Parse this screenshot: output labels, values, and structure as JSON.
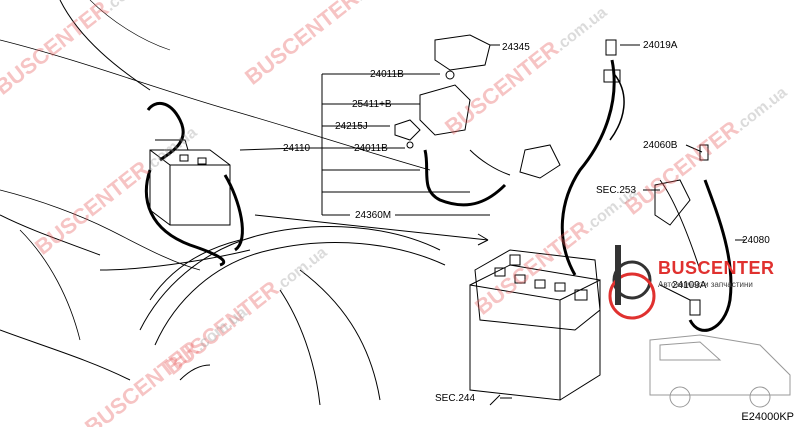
{
  "labels": {
    "p24345": "24345",
    "p24011B_a": "24011B",
    "p25411B": "25411+B",
    "p24215J": "24215J",
    "p24011B_b": "24011B",
    "p24110": "24110",
    "p24360M": "24360M",
    "p24019A": "24019A",
    "p24060B": "24060B",
    "sec253": "SEC.253",
    "p24080": "24080",
    "p24109A": "24109A",
    "sec244": "SEC.244"
  },
  "diagram_code": "E24000KP",
  "watermark": {
    "brand": "BUSCENTER",
    "domain": ".com.ua"
  },
  "brand_logo": {
    "name": "BUSCENTER",
    "tagline": "Автозапчасти запчастини"
  },
  "colors": {
    "line": "#000000",
    "watermark": "#e85a5a",
    "brand": "#e0312f"
  }
}
